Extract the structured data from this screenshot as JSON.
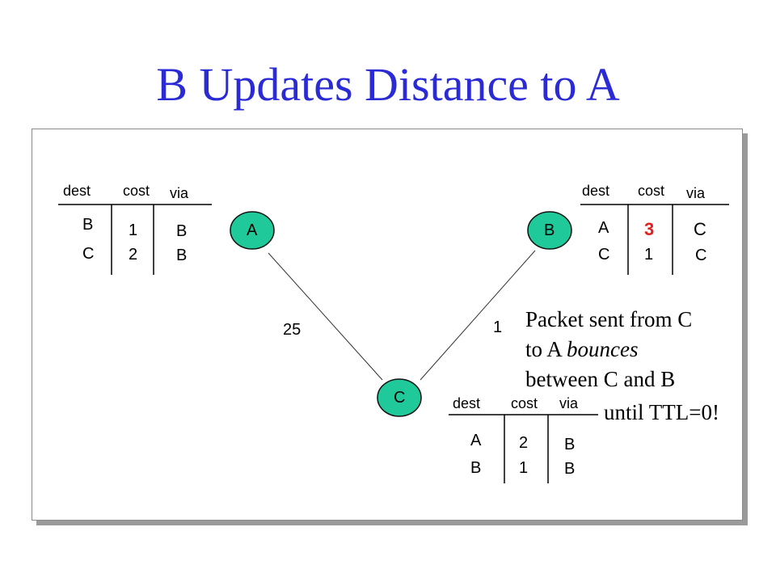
{
  "title": "B Updates Distance to A",
  "nodes": {
    "a": "A",
    "b": "B",
    "c": "C"
  },
  "edges": {
    "ac_cost": "25",
    "bc_cost": "1"
  },
  "table_a": {
    "headers": {
      "dest": "dest",
      "cost": "cost",
      "via": "via"
    },
    "rows": [
      {
        "dest": "B",
        "cost": "1",
        "via": "B"
      },
      {
        "dest": "C",
        "cost": "2",
        "via": "B"
      }
    ]
  },
  "table_b": {
    "headers": {
      "dest": "dest",
      "cost": "cost",
      "via": "via"
    },
    "rows": [
      {
        "dest": "A",
        "cost": "3",
        "via": "C"
      },
      {
        "dest": "C",
        "cost": "1",
        "via": "C"
      }
    ],
    "highlight_color": "#e02020"
  },
  "table_c": {
    "headers": {
      "dest": "dest",
      "cost": "cost",
      "via": "via"
    },
    "rows": [
      {
        "dest": "A",
        "cost": "2",
        "via": "B"
      },
      {
        "dest": "B",
        "cost": "1",
        "via": "B"
      }
    ]
  },
  "annotation": {
    "line1": "Packet sent from C",
    "line2_pre": "to A ",
    "line2_em": "bounces",
    "line3": "between C and B",
    "line4": "until TTL=0!"
  },
  "colors": {
    "title": "#2b2bd6",
    "node_fill": "#1fc99a"
  }
}
